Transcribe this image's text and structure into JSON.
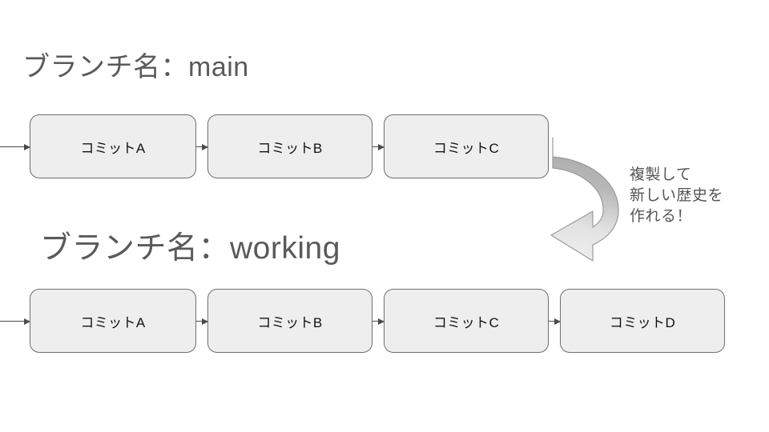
{
  "diagram": {
    "background_color": "#ffffff",
    "box_fill_color": "#eeeeee",
    "box_border_color": "#6f6f6f",
    "title_color": "#5a5a5a",
    "arrow_color": "#4a4a4a",
    "annotation_color": "#555555"
  },
  "branches": [
    {
      "id": "main",
      "title": "ブランチ名：main",
      "commits": [
        {
          "label": "コミットA"
        },
        {
          "label": "コミットB"
        },
        {
          "label": "コミットC"
        }
      ]
    },
    {
      "id": "working",
      "title": "ブランチ名：working",
      "commits": [
        {
          "label": "コミットA"
        },
        {
          "label": "コミットB"
        },
        {
          "label": "コミットC"
        },
        {
          "label": "コミットD"
        }
      ]
    }
  ],
  "annotation": {
    "lines": [
      "複製して",
      "新しい歴史を",
      "作れる！"
    ]
  },
  "icons": {
    "copy_arrow": "curved-copy-arrow-icon",
    "connector": "arrow-right-icon"
  }
}
